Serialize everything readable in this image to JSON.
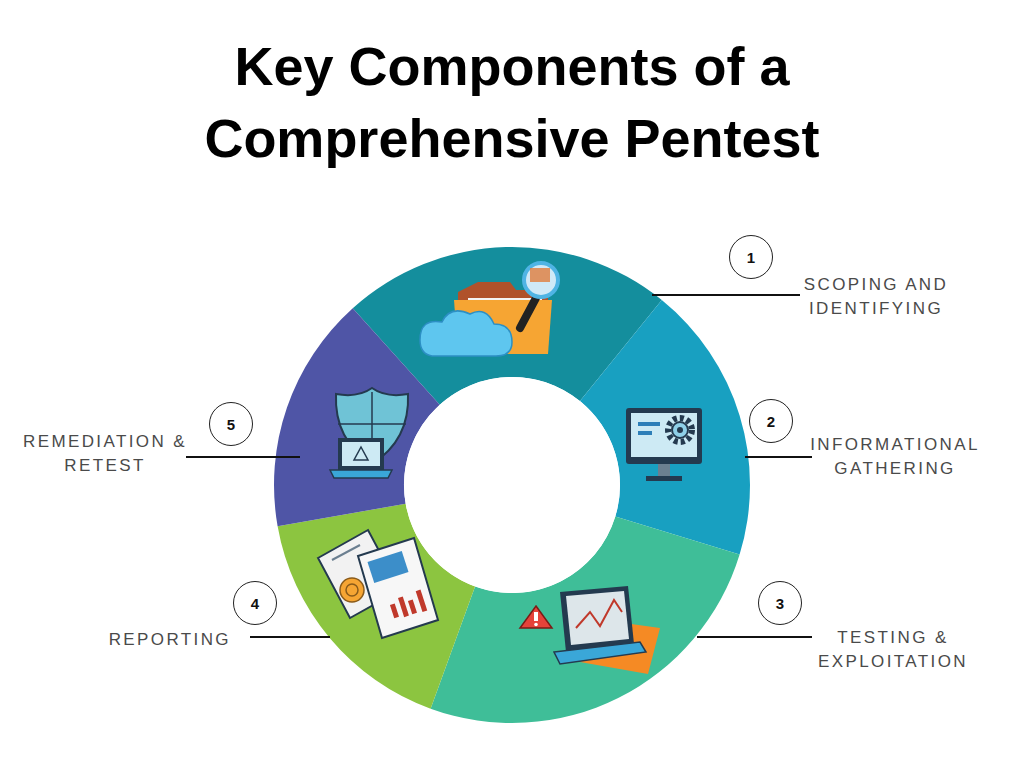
{
  "diagram": {
    "title": "Key Components of a Comprehensive Pentest",
    "nodes": [
      {
        "text": [
          "1"
        ]
      },
      {
        "text": [
          "2"
        ]
      },
      {
        "text": [
          "3"
        ]
      },
      {
        "text": [
          "4"
        ]
      },
      {
        "text": [
          "5"
        ]
      }
    ],
    "labels": [
      "SCOPING AND IDENTIFYING",
      "INFORMATIONAL GATHERING",
      "TESTING & EXPLOITATION",
      "REPORTING",
      "REMEDIATION & RETEST"
    ]
  }
}
